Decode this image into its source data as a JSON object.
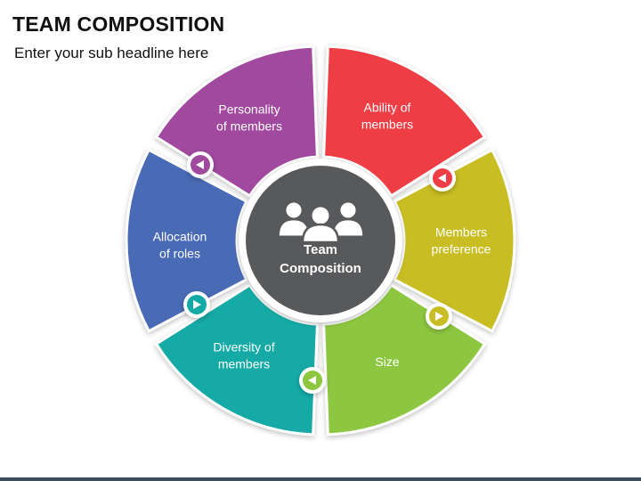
{
  "title": "TEAM COMPOSITION",
  "subtitle": "Enter your sub headline here",
  "center": {
    "lines": [
      "Team",
      "Composition"
    ],
    "color": "#58595b",
    "icon": "team-people-icon"
  },
  "segments": [
    {
      "id": "ability",
      "lines": [
        "Ability of",
        "members"
      ],
      "color": "#ef3d45",
      "tab_color": "#ef3d45",
      "tab_icon": "triangle-left-icon"
    },
    {
      "id": "preference",
      "lines": [
        "Members",
        "preference"
      ],
      "color": "#c8bd24",
      "tab_color": "#c8bd24",
      "tab_icon": "triangle-right-icon"
    },
    {
      "id": "size",
      "lines": [
        "Size"
      ],
      "color": "#8dc63f",
      "tab_color": "#8dc63f",
      "tab_icon": "triangle-left-icon"
    },
    {
      "id": "diversity",
      "lines": [
        "Diversity of",
        "members"
      ],
      "color": "#13aaa6",
      "tab_color": "#13aaa6",
      "tab_icon": "triangle-right-icon"
    },
    {
      "id": "allocation",
      "lines": [
        "Allocation",
        "of roles"
      ],
      "color": "#4a6ab5",
      "tab_color": "#4a6ab5",
      "tab_icon": "triangle-left-icon"
    },
    {
      "id": "personality",
      "lines": [
        "Personality",
        "of members"
      ],
      "color": "#a04a9e",
      "tab_color": "#a04a9e",
      "tab_icon": "triangle-left-icon"
    }
  ]
}
